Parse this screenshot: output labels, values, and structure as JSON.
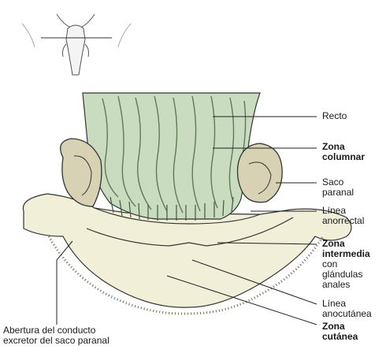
{
  "labels": {
    "recto": "Recto",
    "zona_columnar_1": "Zona",
    "zona_columnar_2": "columnar",
    "saco_1": "Saco",
    "saco_2": "paranal",
    "anorrectal_1": "Línea",
    "anorrectal_2": "anorrectal",
    "intermedia_1": "Zona",
    "intermedia_2": "intermedia",
    "intermedia_3": "con",
    "intermedia_4": "glándulas",
    "intermedia_5": "anales",
    "anocutanea_1": "Línea",
    "anocutanea_2": "anocutánea",
    "cutanea_1": "Zona",
    "cutanea_2": "cutánea",
    "abertura_1": "Abertura del conducto",
    "abertura_2": "excretor del saco paranal"
  },
  "colors": {
    "rectum_fill": "#c9dcc0",
    "rectum_fold": "#5f7a55",
    "skin_fill": "#f1efd8",
    "sac_fill": "#d8d2b4",
    "outline": "#333333",
    "leader": "#222222"
  }
}
